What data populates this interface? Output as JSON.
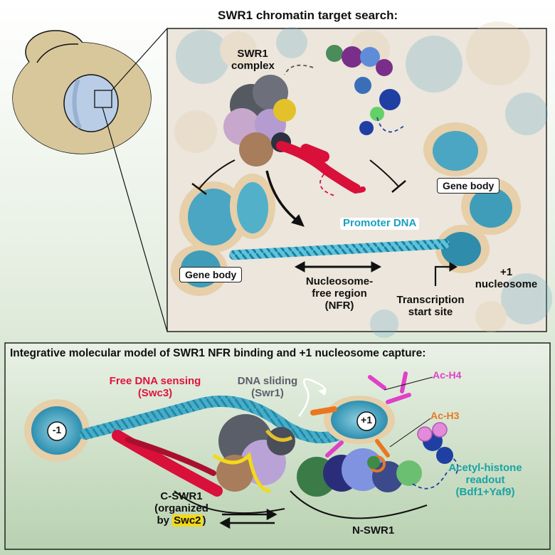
{
  "top": {
    "title": "SWR1 chromatin target search:",
    "swr1_complex": [
      "SWR1",
      "complex"
    ],
    "gene_body_right": "Gene body",
    "gene_body_left": "Gene body",
    "promoter_dna": "Promoter DNA",
    "nfr": [
      "Nucleosome-",
      "free region",
      "(NFR)"
    ],
    "tss": [
      "Transcription",
      "start site"
    ],
    "plus1": [
      "+1",
      "nucleosome"
    ]
  },
  "bottom": {
    "title": "Integrative molecular model of SWR1 NFR binding and +1 nucleosome capture:",
    "free_dna": [
      "Free DNA sensing",
      "(Swc3)"
    ],
    "dna_sliding": [
      "DNA sliding",
      "(Swr1)"
    ],
    "ac_h4": "Ac-H4",
    "ac_h3": "Ac-H3",
    "minus1": "-1",
    "plus1": "+1",
    "acetyl": [
      "Acetyl-histone",
      "readout",
      "(Bdf1+Yaf9)"
    ],
    "c_swr1": [
      "C-SWR1",
      "(organized",
      "by "
    ],
    "swc2": "Swc2",
    "close_paren": ")",
    "n_swr1": "N-SWR1"
  },
  "colors": {
    "dna": "#3ab0cc",
    "swc3": "#e0143c",
    "ac_h4": "#e040c8",
    "ac_h3": "#e87820",
    "acetyl": "#1aa3a3",
    "swc2": "#f3d91a",
    "bg_top": "#ffffff",
    "bg_bottom": "#c9dcc2"
  }
}
